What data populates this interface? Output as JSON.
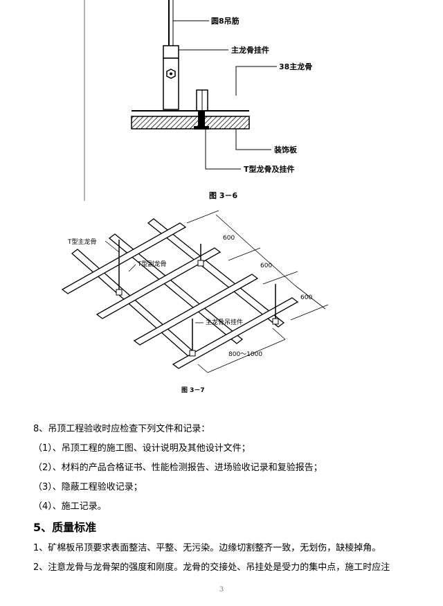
{
  "figure1": {
    "labels": {
      "rod": "圆8吊筋",
      "main_hanger": "主龙骨挂件",
      "main_keel": "38主龙骨",
      "panel": "装饰板",
      "t_keel": "T型龙骨及挂件"
    },
    "caption": "图 3－6"
  },
  "figure2": {
    "labels": {
      "t_main": "T型主龙骨",
      "t_sub": "T型副龙骨",
      "hanger": "主龙骨吊挂件",
      "dim1": "600",
      "dim2": "600",
      "dim3": "600",
      "dim4": "800～1000"
    },
    "caption": "图 3－7"
  },
  "content": {
    "item8": "8、吊顶工程验收时应检查下列文件和记录：",
    "sub1": "（1）、吊顶工程的施工图、设计说明及其他设计文件；",
    "sub2": "（2）、材料的产品合格证书、性能检测报告、进场验收记录和复验报告；",
    "sub3": "（3）、隐蔽工程验收记录；",
    "sub4": "（4）、施工记录。",
    "heading": "5、质量标准",
    "q1": "1、矿棉板吊顶要求表面整洁、平整、无污染。边缘切割整齐一致，无划伤，缺棱掉角。",
    "q2": "2、注意龙骨与龙骨架的强度和刚度。龙骨的交接处、吊挂处是受力的集中点，施工时应注"
  },
  "page_number": "3"
}
